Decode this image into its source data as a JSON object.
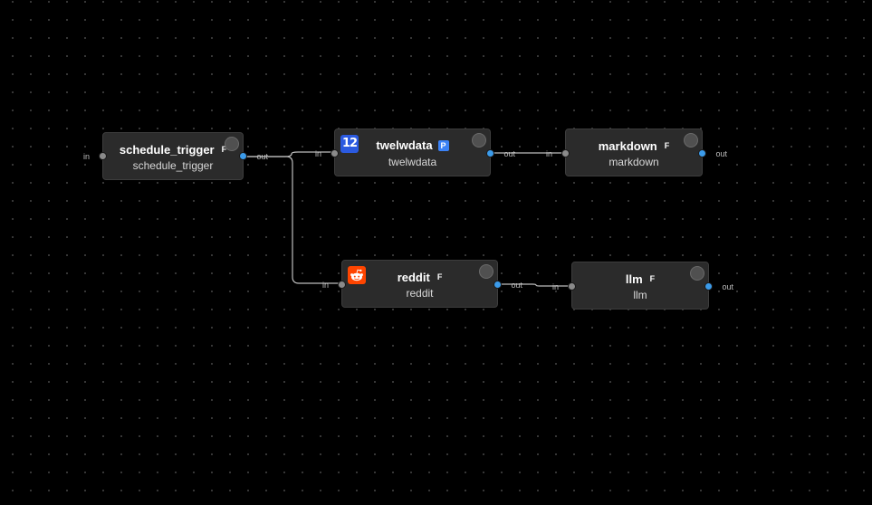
{
  "colors": {
    "canvas_bg": "#000000",
    "node_bg": "#2b2b2b",
    "edge": "#bdbdbd",
    "port_out": "#3b9bea",
    "port_in": "#8a8a8a",
    "badge_p": "#3b82f6",
    "reddit_brand": "#ff4500",
    "twelvedata_brand": "#2b5ae0"
  },
  "nodes": {
    "schedule_trigger": {
      "title": "schedule_trigger",
      "subtitle": "schedule_trigger",
      "badge": "F",
      "in_label": "in",
      "out_label": "out"
    },
    "twelvdata": {
      "title": "twelwdata",
      "subtitle": "twelwdata",
      "badge": "P",
      "icon": "twelvedata-logo-icon",
      "icon_text": "12",
      "in_label": "in",
      "out_label": "out"
    },
    "markdown": {
      "title": "markdown",
      "subtitle": "markdown",
      "badge": "F",
      "in_label": "in",
      "out_label": "out"
    },
    "reddit": {
      "title": "reddit",
      "subtitle": "reddit",
      "badge": "F",
      "icon": "reddit-logo-icon",
      "in_label": "in",
      "out_label": "out"
    },
    "llm": {
      "title": "llm",
      "subtitle": "llm",
      "badge": "F",
      "in_label": "in",
      "out_label": "out"
    }
  },
  "edges": [
    {
      "from": "schedule_trigger",
      "to": "twelwdata"
    },
    {
      "from": "schedule_trigger",
      "to": "reddit"
    },
    {
      "from": "twelwdata",
      "to": "markdown"
    },
    {
      "from": "reddit",
      "to": "llm"
    }
  ]
}
